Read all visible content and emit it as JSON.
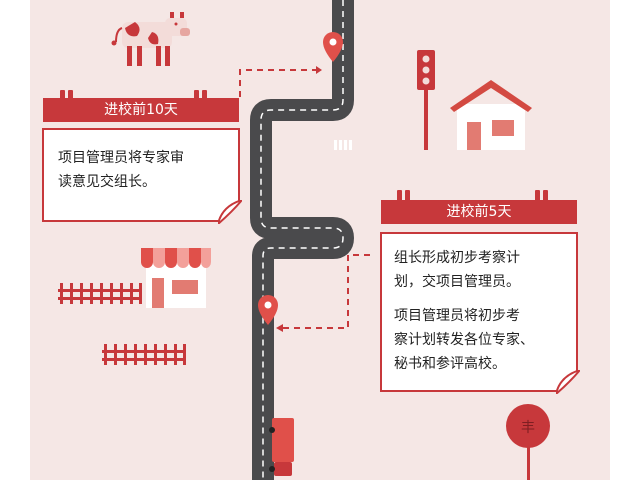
{
  "colors": {
    "background": "#f5e7e5",
    "accent_red": "#c7383b",
    "road": "#4a4a4c",
    "card": "#ffffff",
    "text": "#222222"
  },
  "stages": [
    {
      "header": "进校前10天",
      "lines": [
        "项目管理员将专家审",
        "读意见交组长。"
      ]
    },
    {
      "header": "进校前5天",
      "lines": [
        "组长形成初步考察计",
        "划，交项目管理员。"
      ],
      "lines2": [
        "项目管理员将初步考",
        "察计划转发各位专家、",
        "秘书和参评高校。"
      ]
    }
  ],
  "lollipop_sign": "丰",
  "icons": [
    "cow-icon",
    "location-pin-icon",
    "traffic-light-icon",
    "house-icon",
    "shop-icon",
    "fence-icon",
    "truck-icon"
  ]
}
